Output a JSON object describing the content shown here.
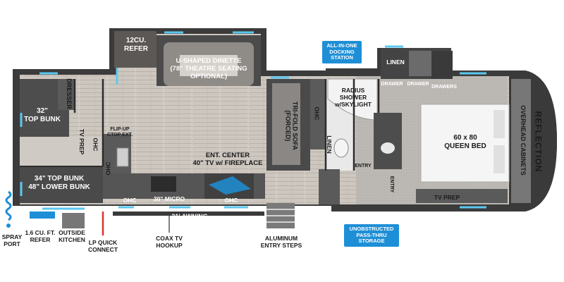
{
  "labels": {
    "refer_12": "12CU.\nREFER",
    "dinette": "U-SHAPED DINETTE\n(78\" THEATRE SEATING\nOPTIONAL)",
    "top_bunk": "32\"\nTOP BUNK",
    "dresser": "DRESSER",
    "tv_prep_bunk": "TV PREP",
    "ohc_bunk": "OHC",
    "flip_up": "FLIP-UP\nCTOP EXT.",
    "bunks": "34\" TOP BUNK\n48\" LOWER BUNK",
    "ohc_kitchen": "OHC",
    "ent_center": "ENT. CENTER\n40\" TV w/ FIREPLACE",
    "ohc_bottom_left": "OHC",
    "micro": "30\" MICRO",
    "ohc_bottom_right": "OHC",
    "sofa": "TRI-FOLD SOFA\n(FORCED)",
    "ohc_bath": "OHC",
    "linen_bath": "LINEN",
    "shower": "RADIUS\nSHOWER\nw/SKYLIGHT",
    "entry_bath": "ENTRY",
    "entry_bed": "ENTRY",
    "linen_top": "LINEN",
    "drawer1": "DRAWER",
    "drawer2": "DRAWER",
    "drawers": "DRAWERS",
    "queen_bed": "60 x 80\nQUEEN BED",
    "overhead_cabinets": "OVERHEAD CABINETS",
    "tv_prep_bed": "TV PREP",
    "brand": "REFLECTION",
    "awning": "21' AWNING",
    "spray_port": "SPRAY\nPORT",
    "refer_small": "1.6 CU. FT.\nREFER",
    "outside_kitchen": "OUTSIDE\nKITCHEN",
    "lp_connect": "LP QUICK\nCONNECT",
    "coax": "COAX TV\nHOOKUP",
    "entry_steps": "ALUMINUM\nENTRY STEPS"
  },
  "callouts": {
    "docking": "ALL-IN-ONE\nDOCKING\nSTATION",
    "storage": "UNOBSTRUCTED\nPASS-THRU\nSTORAGE"
  },
  "colors": {
    "wall": "#3a3a3a",
    "floor": "#c9c3bc",
    "carpet": "#b9b5b0",
    "accent": "#1e8fd6",
    "highlight": "#5cc8f0",
    "awning_red": "#d4372c"
  }
}
